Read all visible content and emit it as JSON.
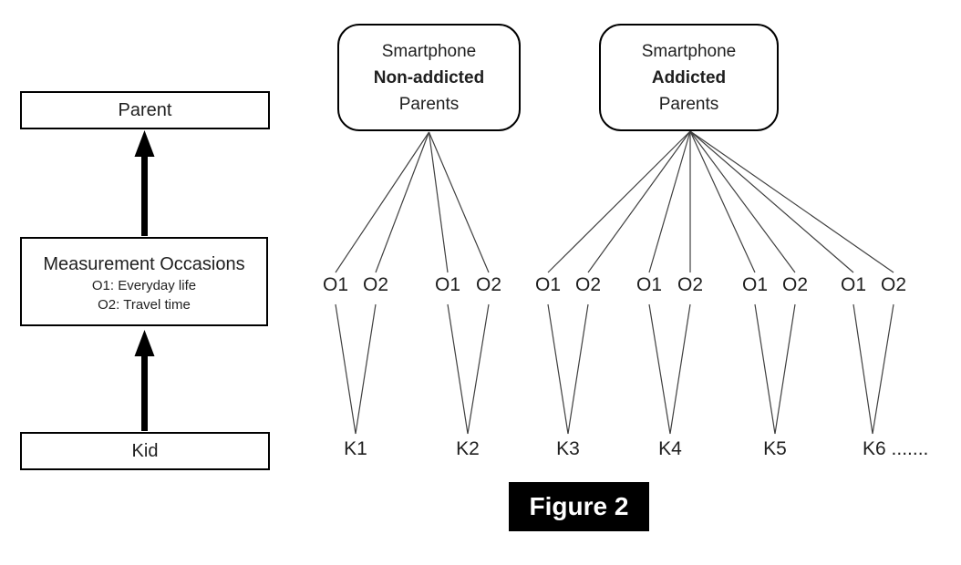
{
  "figure": {
    "caption": "Figure 2"
  },
  "left_panel": {
    "parent_label": "Parent",
    "measurement": {
      "title": "Measurement Occasions",
      "occasion1": "O1: Everyday life",
      "occasion2": "O2: Travel time"
    },
    "kid_label": "Kid"
  },
  "groups": [
    {
      "line1": "Smartphone",
      "line2": "Non-addicted",
      "line3": "Parents"
    },
    {
      "line1": "Smartphone",
      "line2": "Addicted",
      "line3": "Parents"
    }
  ],
  "occasion_labels": [
    "O1",
    "O2",
    "O1",
    "O2",
    "O1",
    "O2",
    "O1",
    "O2",
    "O1",
    "O2",
    "O1",
    "O2"
  ],
  "kid_labels": [
    "K1",
    "K2",
    "K3",
    "K4",
    "K5",
    "K6 ......."
  ],
  "colors": {
    "background": "#ffffff",
    "box_border": "#000000",
    "connector_line": "#3f3f3f",
    "arrow": "#000000",
    "caption_background": "#000000",
    "caption_text": "#ffffff"
  }
}
